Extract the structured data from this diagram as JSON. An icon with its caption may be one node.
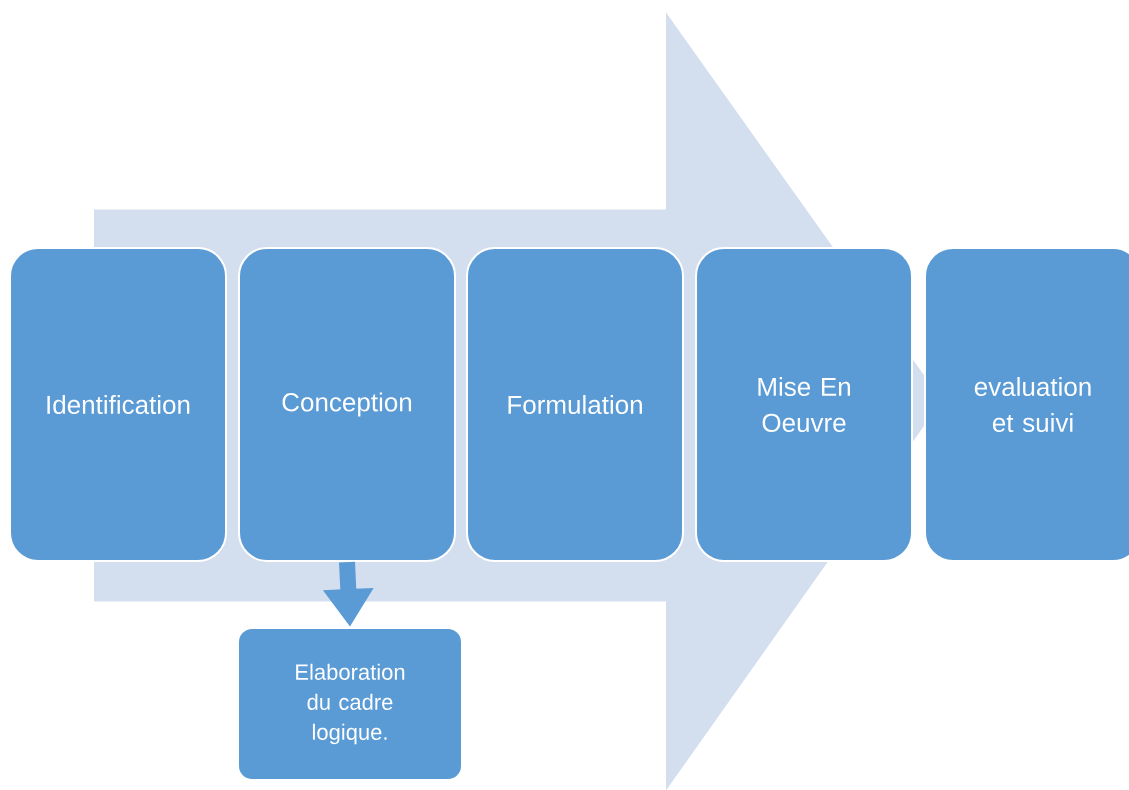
{
  "diagram": {
    "nodes": [
      {
        "text": [
          "Identification"
        ]
      },
      {
        "text": [
          "Conception"
        ]
      },
      {
        "text": [
          "Formulation"
        ]
      },
      {
        "text": [
          "Mise En Oeuvre"
        ]
      },
      {
        "text": [
          "evaluation et suivi"
        ]
      },
      {
        "text": [
          "Elaboration du cadre logique."
        ]
      }
    ],
    "edges": [
      {
        "from": 0,
        "to": 4,
        "arrow": "to",
        "color": "#d3deef"
      },
      {
        "from": 1,
        "to": 5,
        "arrow": "to"
      }
    ]
  }
}
